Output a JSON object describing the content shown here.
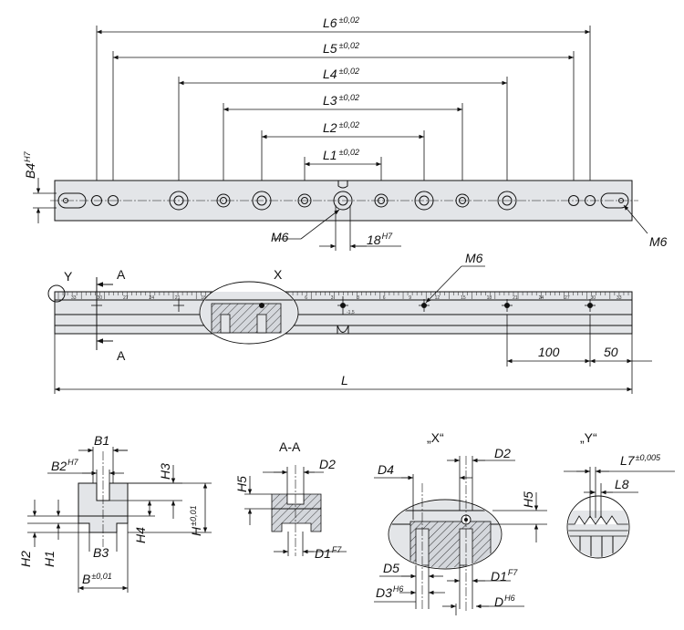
{
  "dimensions": {
    "l6": "L6",
    "l5": "L5",
    "l4": "L4",
    "l3": "L3",
    "l2": "L2",
    "l1": "L1",
    "tol_002": "±0,02",
    "b4": "B4",
    "h7": "H7",
    "m6": "M6",
    "eighteen": "18",
    "y": "Y",
    "a": "A",
    "x": "X",
    "hundred": "100",
    "fifty": "50",
    "l": "L",
    "b1": "B1",
    "b2": "B2",
    "b3": "B3",
    "b": "B",
    "tol_001": "±0,01",
    "h": "H",
    "h1": "H1",
    "h2": "H2",
    "h3": "H3",
    "h4": "H4",
    "h5": "H5",
    "d1": "D1",
    "d2": "D2",
    "d3": "D3",
    "d4": "D4",
    "d5": "D5",
    "d": "D",
    "f7": "F7",
    "h6": "H6",
    "l7": "L7",
    "tol_0005": "±0,005",
    "l8": "L8",
    "minus15": "-1,5"
  },
  "views": {
    "section_aa": "A-A",
    "detail_x": "„X“",
    "detail_y": "„Y“"
  },
  "scale_ticks": [
    "33",
    "30",
    "27",
    "24",
    "21",
    "18",
    "15",
    "12",
    "9",
    "6",
    "3",
    "3",
    "6",
    "9",
    "12",
    "15",
    "18",
    "21",
    "24",
    "27",
    "30",
    "33"
  ]
}
